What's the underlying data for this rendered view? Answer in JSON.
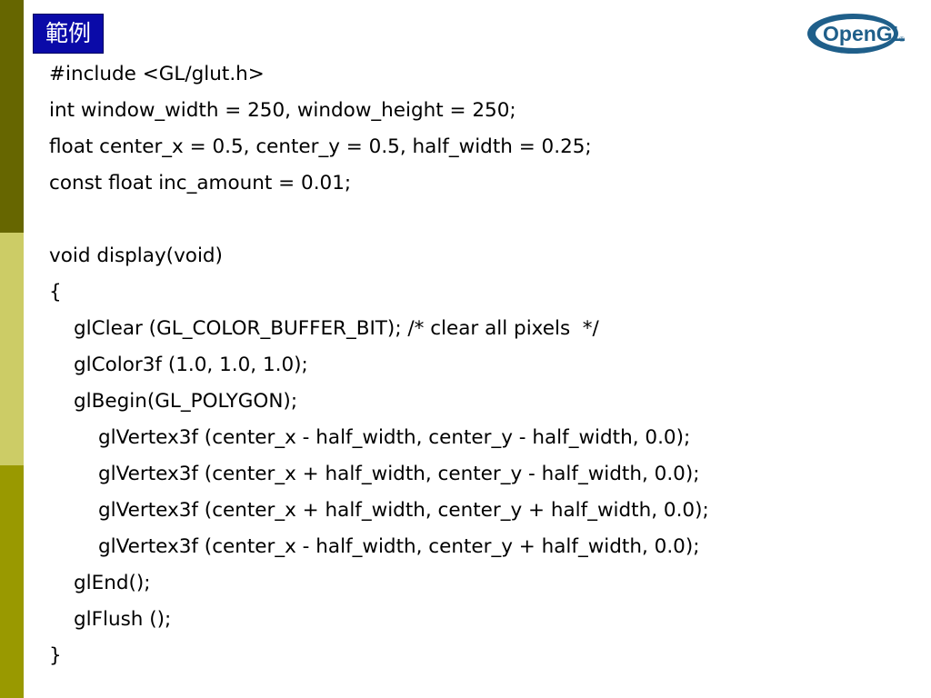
{
  "slide": {
    "title": "範例",
    "colors": {
      "title_bg": "#0a0aa8",
      "title_text": "#ffffff",
      "sidebar_top": "#666600",
      "sidebar_mid": "#cccc66",
      "sidebar_bot": "#999900",
      "code_text": "#000000"
    }
  },
  "logo": {
    "text": "OpenGL",
    "mark": "®",
    "colors": {
      "ring": "#1f5f8a",
      "fill": "#ffffff",
      "text": "#1f5f8a"
    }
  },
  "code": {
    "lines": [
      {
        "text": "#include <GL/glut.h>",
        "indent": 0
      },
      {
        "text": "int window_width = 250, window_height = 250;",
        "indent": 0
      },
      {
        "text": "float center_x = 0.5, center_y = 0.5, half_width = 0.25;",
        "indent": 0
      },
      {
        "text": "const float inc_amount = 0.01;",
        "indent": 0
      },
      {
        "text": "",
        "indent": 0
      },
      {
        "text": "void display(void)",
        "indent": 0
      },
      {
        "text": "{",
        "indent": 0
      },
      {
        "text": "glClear (GL_COLOR_BUFFER_BIT); /* clear all pixels  */",
        "indent": 1
      },
      {
        "text": "glColor3f (1.0, 1.0, 1.0);",
        "indent": 1
      },
      {
        "text": "glBegin(GL_POLYGON);",
        "indent": 1
      },
      {
        "text": "glVertex3f (center_x - half_width, center_y - half_width, 0.0);",
        "indent": 2
      },
      {
        "text": "glVertex3f (center_x + half_width, center_y - half_width, 0.0);",
        "indent": 2
      },
      {
        "text": "glVertex3f (center_x + half_width, center_y + half_width, 0.0);",
        "indent": 2
      },
      {
        "text": "glVertex3f (center_x - half_width, center_y + half_width, 0.0);",
        "indent": 2
      },
      {
        "text": "glEnd();",
        "indent": 1
      },
      {
        "text": "glFlush ();",
        "indent": 1
      },
      {
        "text": "}",
        "indent": 0
      }
    ]
  }
}
